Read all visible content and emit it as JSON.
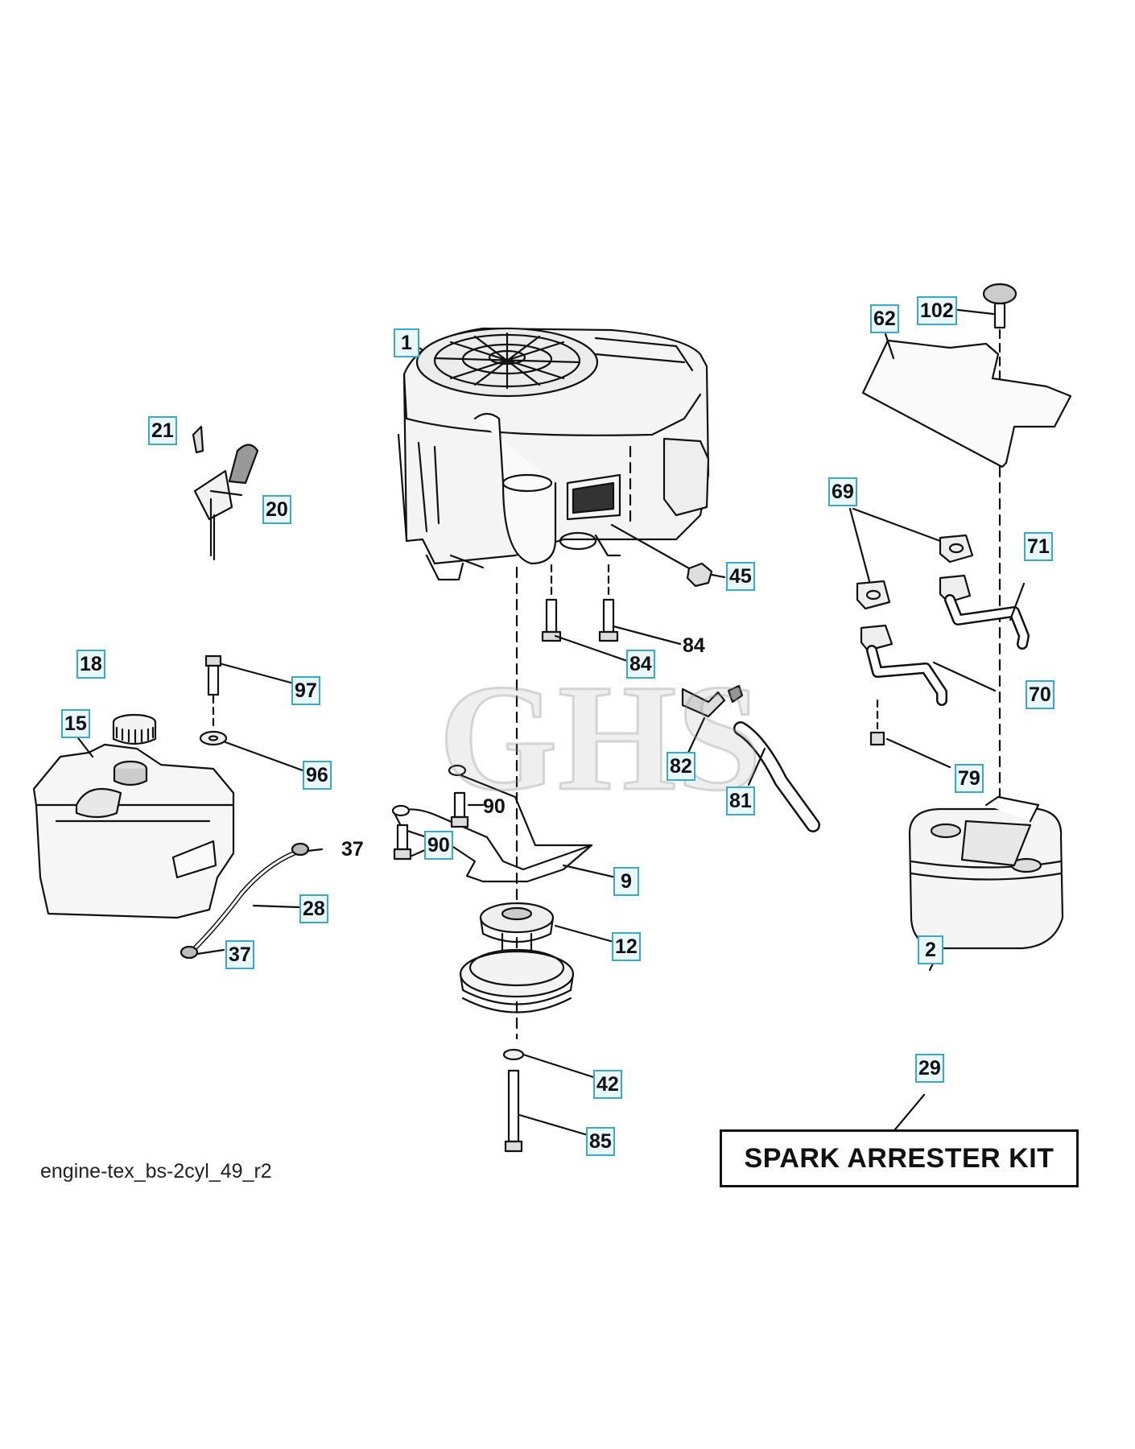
{
  "diagram": {
    "reference_code": "engine-tex_bs-2cyl_49_r2",
    "kit_label": "SPARK ARRESTER KIT",
    "watermark": "GHS",
    "callouts": {
      "c1": "1",
      "c2": "2",
      "c9": "9",
      "c12": "12",
      "c15": "15",
      "c18": "18",
      "c20": "20",
      "c21": "21",
      "c28": "28",
      "c29": "29",
      "c37a": "37",
      "c37b": "37",
      "c42": "42",
      "c45": "45",
      "c62": "62",
      "c69": "69",
      "c70": "70",
      "c71": "71",
      "c79": "79",
      "c81": "81",
      "c82": "82",
      "c84a": "84",
      "c84b": "84",
      "c85": "85",
      "c90a": "90",
      "c90b": "90",
      "c96": "96",
      "c97": "97",
      "c102": "102"
    }
  }
}
